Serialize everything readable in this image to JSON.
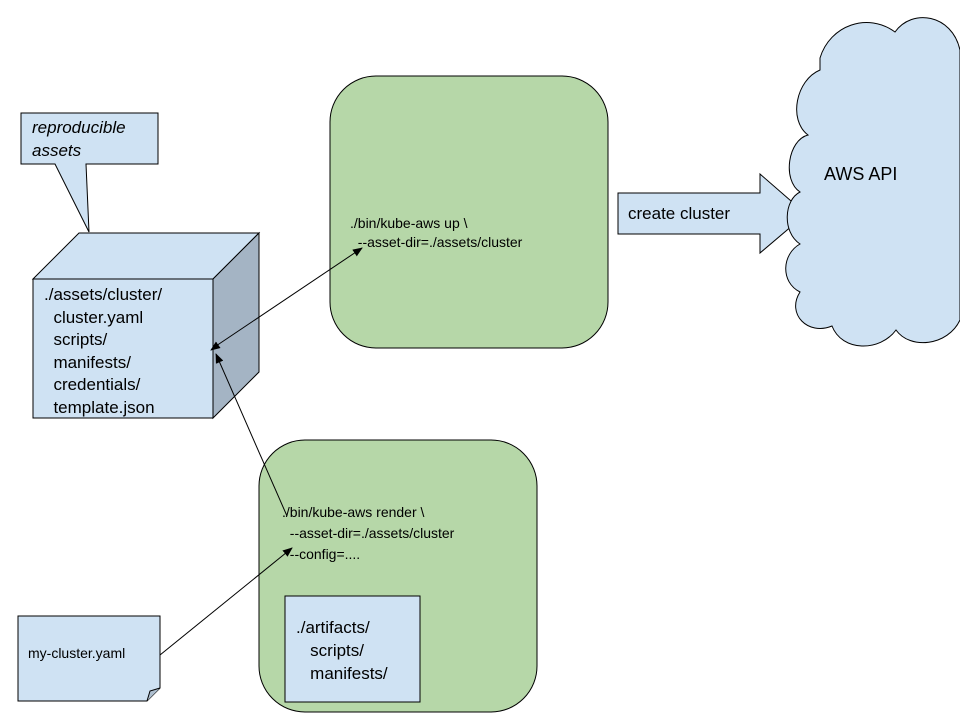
{
  "colors": {
    "light_blue": "#cfe2f3",
    "green": "#b6d7a8",
    "cube_side": "#a4b4c4",
    "outline": "#000000"
  },
  "callout": {
    "text": "reproducible\nassets"
  },
  "cube": {
    "text": "./assets/cluster/\n  cluster.yaml\n  scripts/\n  manifests/\n  credentials/\n  template.json"
  },
  "up_box": {
    "command": "./bin/kube-aws up \\\n  --asset-dir=./assets/cluster"
  },
  "render_box": {
    "command": "./bin/kube-aws render \\\n  --asset-dir=./assets/cluster\n  --config=...."
  },
  "artifacts": {
    "text": "./artifacts/\n   scripts/\n   manifests/"
  },
  "arrow": {
    "label": "create cluster"
  },
  "cloud": {
    "label": "AWS API"
  },
  "yaml_note": {
    "label": "my-cluster.yaml"
  }
}
